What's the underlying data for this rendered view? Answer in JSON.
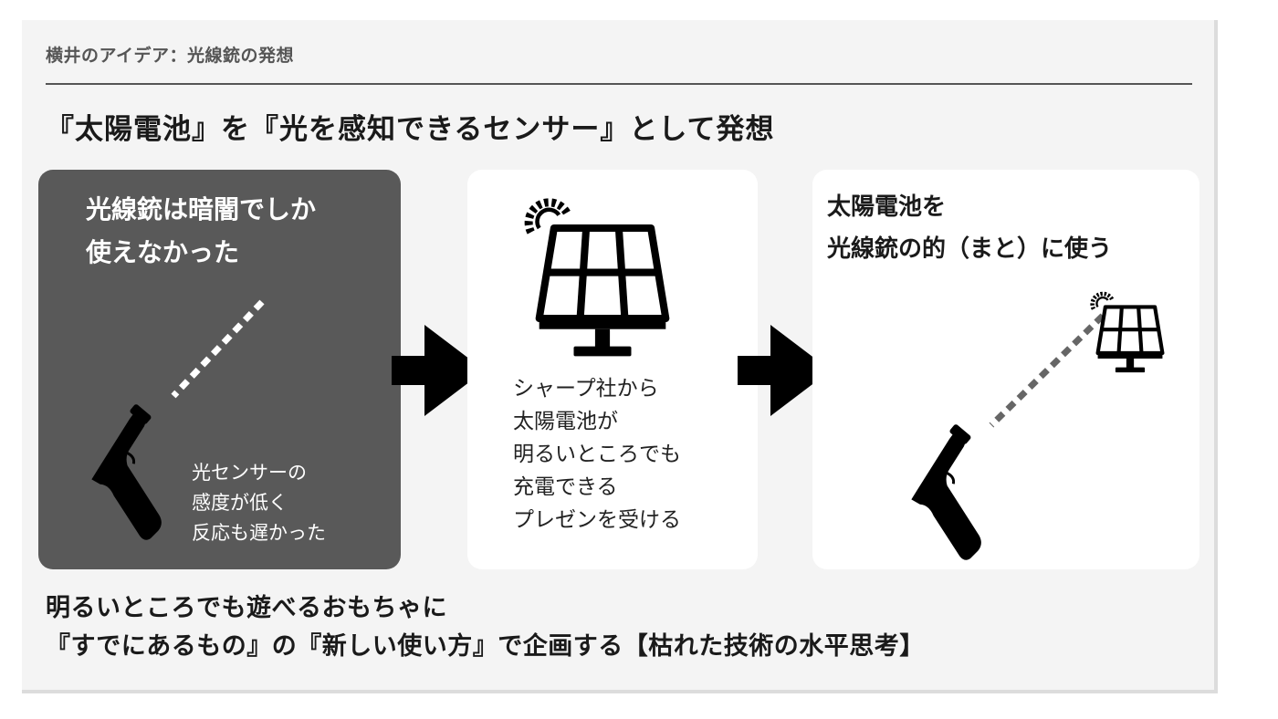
{
  "header": {
    "small_title": "横井のアイデア：光線銃の発想",
    "main_title": "『太陽電池』を『光を感知できるセンサー』として発想"
  },
  "cards": {
    "left": {
      "heading_lines": [
        "光線銃は暗闇でしか",
        "使えなかった"
      ],
      "note_lines": [
        "光センサーの",
        "感度が低く",
        "反応も遅かった"
      ],
      "icon": "light-gun-icon"
    },
    "middle": {
      "text_lines": [
        "シャープ社から",
        "太陽電池が",
        "明るいところでも",
        "充電できる",
        "プレゼンを受ける"
      ],
      "icon": "solar-panel-icon"
    },
    "right": {
      "heading_lines": [
        "太陽電池を",
        "光線銃の的（まと）に使う"
      ],
      "icons": [
        "light-gun-icon",
        "solar-panel-icon"
      ]
    }
  },
  "arrows": [
    "arrow-right-icon",
    "arrow-right-icon"
  ],
  "footer": {
    "lines": [
      "明るいところでも遊べるおもちゃに",
      "『すでにあるもの』の『新しい使い方』で企画する【枯れた技術の水平思考】"
    ]
  },
  "colors": {
    "slide_background": "#f4f4f4",
    "dark_card": "#595959",
    "light_card": "#ffffff",
    "icon": "#000000",
    "text": "#1a1a1a"
  }
}
